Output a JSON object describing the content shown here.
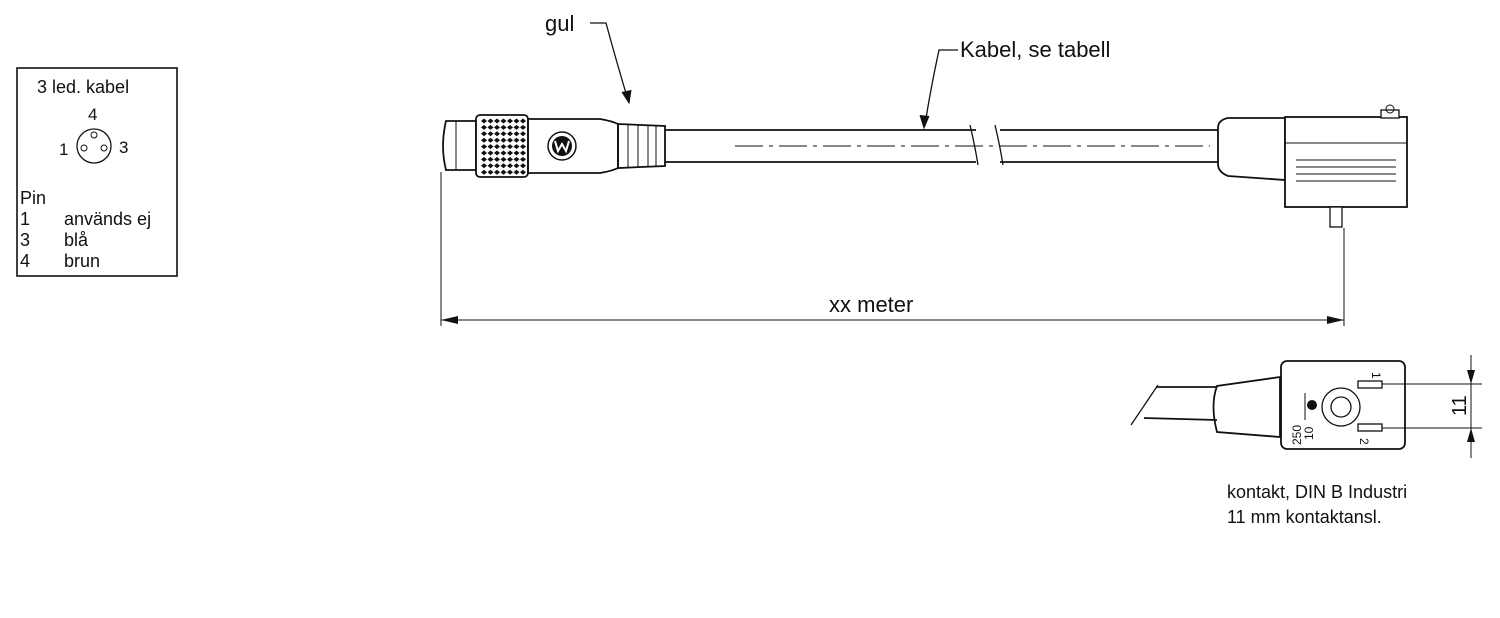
{
  "pin_box": {
    "title": "3 led. kabel",
    "pin_top": "4",
    "pin_left": "1",
    "pin_right": "3",
    "pin_header": "Pin",
    "rows": [
      {
        "pin": "1",
        "desc": "används ej"
      },
      {
        "pin": "3",
        "desc": "blå"
      },
      {
        "pin": "4",
        "desc": "brun"
      }
    ]
  },
  "labels": {
    "gul": "gul",
    "cable": "Kabel, se tabell",
    "length": "xx meter"
  },
  "din_view": {
    "dimension": "11",
    "pin1": "1",
    "pin2": "2",
    "rating_top": "250",
    "rating_bottom": "10",
    "caption_line1": "kontakt, DIN B Industri",
    "caption_line2": "11 mm kontaktansl."
  }
}
